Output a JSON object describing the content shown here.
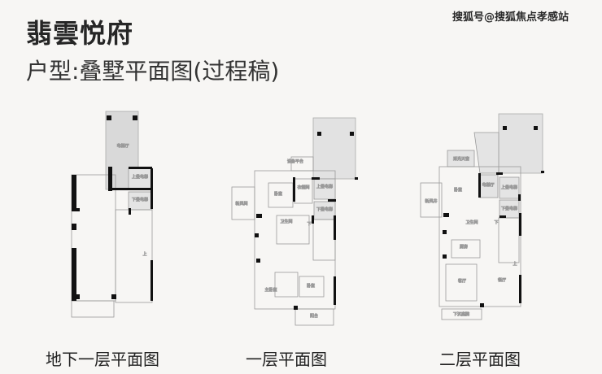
{
  "header": {
    "title": "翡雲悦府",
    "subtitle": "户型:叠墅平面图(过程稿)",
    "watermark": "搜狐号@搜狐焦点孝感站"
  },
  "plans": [
    {
      "caption": "地下一层平面图",
      "rooms": {
        "elevator_hall": "电梯厅",
        "upper_elevator": "上叠电梯",
        "lower_elevator": "下叠电梯",
        "up": "上"
      }
    },
    {
      "caption": "一层平面图",
      "rooms": {
        "equipment_platform": "设备平台",
        "fresh_air_room": "新风间",
        "bedroom": "卧室",
        "cloakroom": "衣帽间",
        "upper_elevator": "上叠电梯",
        "lower_elevator": "下叠电梯",
        "bathroom": "卫生间",
        "down": "下",
        "master_bedroom": "主卧室",
        "bedroom2": "卧室",
        "balcony": "阳台"
      }
    },
    {
      "caption": "二层平面图",
      "rooms": {
        "skylight": "采光天窗",
        "bedroom": "卧室",
        "elevator_hall": "电梯厅",
        "upper_elevator": "上叠电梯",
        "lower_elevator": "下叠电梯",
        "fresh_air_shaft": "新风井",
        "bathroom": "卫生间",
        "down": "下",
        "kitchen": "厨房",
        "living_room": "客厅",
        "dining_room": "餐厅",
        "up": "上",
        "sunken_courtyard": "下沉庭院"
      }
    }
  ],
  "colors": {
    "wall": "#111111",
    "shaded": "#d9d9d9",
    "line": "#9a9a9a"
  }
}
